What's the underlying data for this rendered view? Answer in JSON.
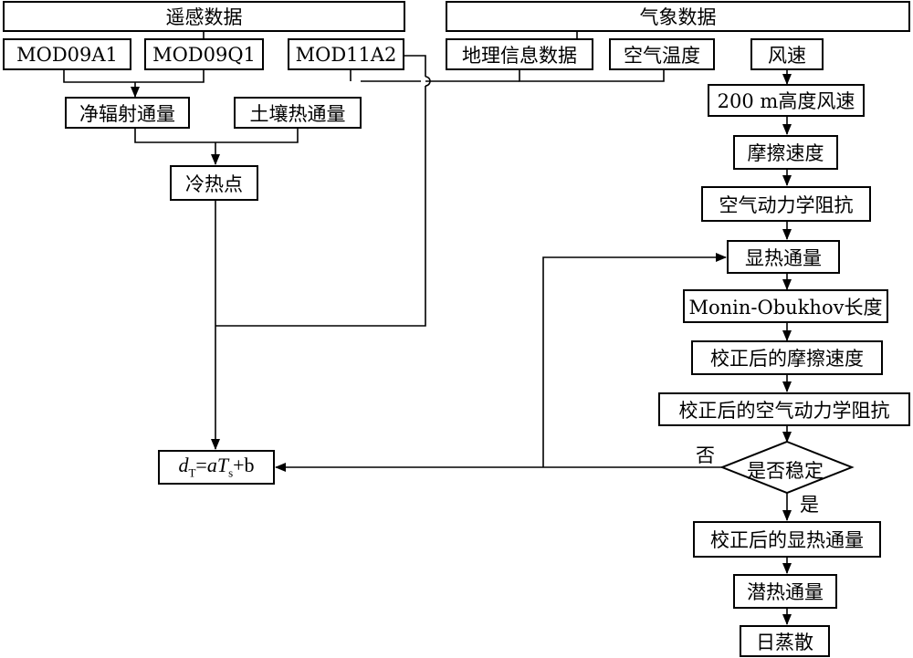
{
  "groups": {
    "remote_sensing": "遥感数据",
    "meteorological": "气象数据"
  },
  "inputs": {
    "mod09a1": "MOD09A1",
    "mod09q1": "MOD09Q1",
    "mod11a2": "MOD11A2",
    "geo_info": "地理信息数据",
    "air_temp": "空气温度",
    "wind_speed": "风速"
  },
  "left_chain": {
    "net_radiation": "净辐射通量",
    "soil_heat": "土壤热通量",
    "hot_cold": "冷热点"
  },
  "formula": {
    "d": "d",
    "d_sub": "T",
    "eq": "=",
    "a": "a",
    "T": "T",
    "T_sub": "s",
    "plus_b": "+b"
  },
  "right_chain": {
    "wind_200m": "200 m高度风速",
    "friction_velocity": "摩擦速度",
    "aero_resistance": "空气动力学阻抗",
    "sensible_heat": "显热通量",
    "monin_obukhov": "Monin-Obukhov长度",
    "corrected_friction": "校正后的摩擦速度",
    "corrected_aero": "校正后的空气动力学阻抗",
    "is_stable": "是否稳定",
    "corrected_sensible": "校正后的显热通量",
    "latent_heat": "潜热通量",
    "daily_et": "日蒸散"
  },
  "decision_labels": {
    "no": "否",
    "yes": "是"
  }
}
